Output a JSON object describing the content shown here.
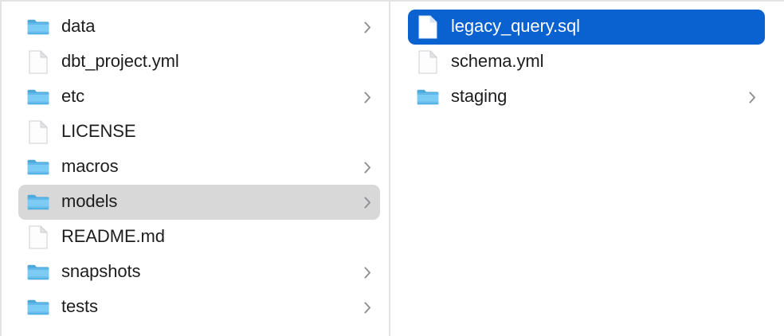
{
  "view": {
    "kind": "finder-column-view",
    "background": "#ffffff",
    "divider_color": "#e3e3e5",
    "selection_active_color": "#0a62d0",
    "selection_inactive_color": "#d8d8d8",
    "text_color": "#1d1d1f",
    "selected_text_color": "#ffffff",
    "folder_icon_color": "#6fc3f0",
    "file_icon_color": "#ffffff",
    "chevron_color": "#8e8e93"
  },
  "columns": [
    {
      "name": "parent-column",
      "items": [
        {
          "label": "data",
          "icon": "folder-icon",
          "has_children": true,
          "selected": false,
          "selection": "none"
        },
        {
          "label": "dbt_project.yml",
          "icon": "file-icon",
          "has_children": false,
          "selected": false,
          "selection": "none"
        },
        {
          "label": "etc",
          "icon": "folder-icon",
          "has_children": true,
          "selected": false,
          "selection": "none"
        },
        {
          "label": "LICENSE",
          "icon": "file-icon",
          "has_children": false,
          "selected": false,
          "selection": "none"
        },
        {
          "label": "macros",
          "icon": "folder-icon",
          "has_children": true,
          "selected": false,
          "selection": "none"
        },
        {
          "label": "models",
          "icon": "folder-icon",
          "has_children": true,
          "selected": true,
          "selection": "inactive"
        },
        {
          "label": "README.md",
          "icon": "file-icon",
          "has_children": false,
          "selected": false,
          "selection": "none"
        },
        {
          "label": "snapshots",
          "icon": "folder-icon",
          "has_children": true,
          "selected": false,
          "selection": "none"
        },
        {
          "label": "tests",
          "icon": "folder-icon",
          "has_children": true,
          "selected": false,
          "selection": "none"
        }
      ]
    },
    {
      "name": "child-column",
      "items": [
        {
          "label": "legacy_query.sql",
          "icon": "file-icon",
          "has_children": false,
          "selected": true,
          "selection": "active"
        },
        {
          "label": "schema.yml",
          "icon": "file-icon",
          "has_children": false,
          "selected": false,
          "selection": "none"
        },
        {
          "label": "staging",
          "icon": "folder-icon",
          "has_children": true,
          "selected": false,
          "selection": "none"
        }
      ]
    }
  ]
}
